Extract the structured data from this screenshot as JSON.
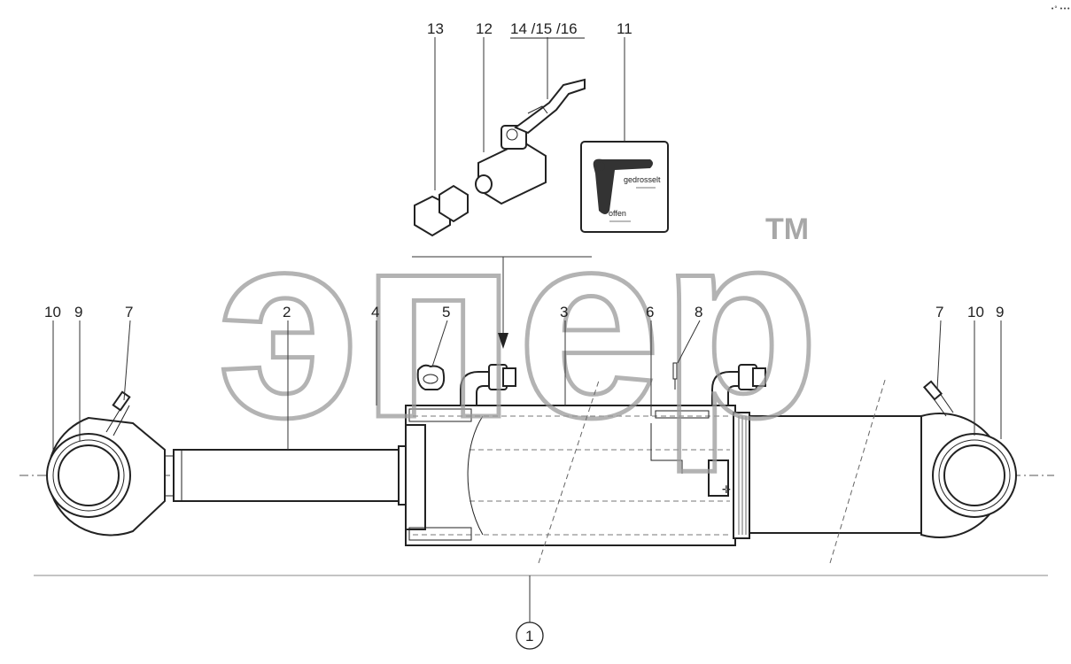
{
  "watermark": {
    "text": "эпер",
    "trademark": "TM"
  },
  "corner_mark": "•° •••",
  "callouts": {
    "c13": "13",
    "c12": "12",
    "c14_15_16": "14 /15 /16",
    "c11": "11",
    "c10_left": "10",
    "c9_left": "9",
    "c7_left": "7",
    "c2": "2",
    "c4": "4",
    "c5": "5",
    "c3": "3",
    "c6": "6",
    "c8": "8",
    "c7_right": "7",
    "c10_right": "10",
    "c9_right": "9",
    "c1": "1"
  },
  "label_plate": {
    "closed_text": "gedrosselt",
    "open_text": "offen"
  },
  "icons": {
    "throttle_valve_symbol": "valve-lever-icon"
  }
}
